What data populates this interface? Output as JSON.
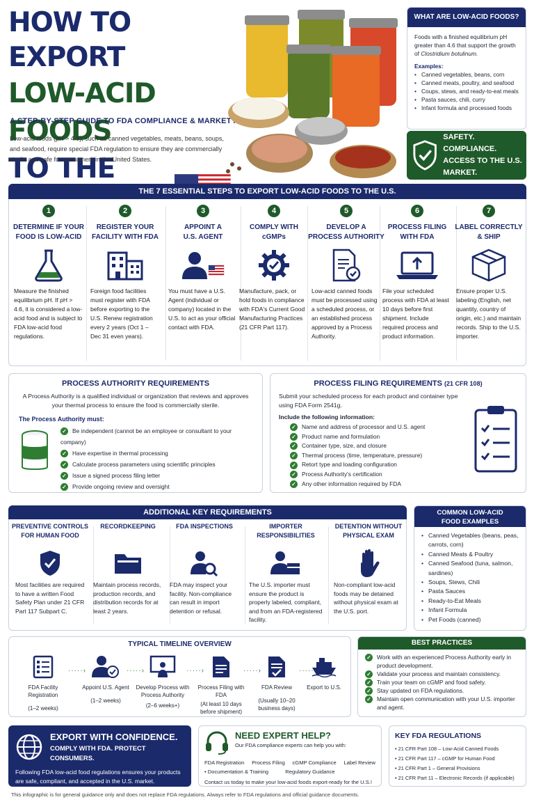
{
  "header": {
    "title_line1": "HOW TO EXPORT",
    "title_line2": "LOW-ACID FOODS",
    "title_line3": "TO THE U.S.",
    "subtitle": "A STEP-BY-STEP GUIDE TO FDA COMPLIANCE & MARKET ACCESS",
    "intro": "Low-acid foods (pH > 4.6), such as canned vegetables, meats, beans, soups, and seafood, require special FDA regulation to ensure they are commercially sterile and safe for consumers in the United States."
  },
  "what_are": {
    "title": "WHAT ARE LOW-ACID FOODS?",
    "definition_a": "Foods with a finished equilibrium pH greater than 4.6 that support the growth of ",
    "definition_b": "Clostridium botulinum.",
    "examples_label": "Examples:",
    "examples": [
      "Canned vegetables, beans, corn",
      "Canned meats, poultry, and seafood",
      "Coups, stews, and ready-to-eat meals",
      "Pasta sauces, chili, curry",
      "Infant formula and processed foods"
    ]
  },
  "badge": {
    "line1": "SAFETY. COMPLIANCE.",
    "line2": "ACCESS TO THE U.S.",
    "line3": "MARKET."
  },
  "steps_header": "THE 7 ESSENTIAL STEPS TO EXPORT LOW-ACID FOODS TO THE U.S.",
  "steps": [
    {
      "num": "1",
      "title_a": "Determine if your",
      "title_b": "food is low-acid",
      "icon": "flask-icon",
      "text": "Measure the finished equilibrium pH. If pH > 4.6, it is considered a low-acid food and is subject to FDA low-acid food regulations."
    },
    {
      "num": "2",
      "title_a": "Register your",
      "title_b": "facility with FDA",
      "icon": "building-icon",
      "text": "Foreign food facilities must register with FDA before exporting to the U.S. Renew registration every 2 years (Oct 1 – Dec 31 even years)."
    },
    {
      "num": "3",
      "title_a": "Appoint a",
      "title_b": "U.S. Agent",
      "icon": "person-flag-icon",
      "text": "You must have a U.S. Agent (individual or company) located in the U.S. to act as your official contact with FDA."
    },
    {
      "num": "4",
      "title_a": "Comply with",
      "title_b": "cGMPs",
      "icon": "gear-check-icon",
      "text": "Manufacture, pack, or hold foods in compliance with FDA's Current Good Manufacturing Practices (21 CFR Part 117)."
    },
    {
      "num": "5",
      "title_a": "Develop a",
      "title_b": "Process Authority",
      "icon": "document-check-icon",
      "text": "Low-acid canned foods must be processed using a scheduled process, or an established process approved by a Process Authority."
    },
    {
      "num": "6",
      "title_a": "Process filing",
      "title_b": "with FDA",
      "icon": "laptop-upload-icon",
      "text": "File your scheduled process with FDA at least 10 days before first shipment. Include required process and product information."
    },
    {
      "num": "7",
      "title_a": "Label correctly",
      "title_b": "& ship",
      "icon": "box-icon",
      "text": "Ensure proper U.S. labeling (English, net quantity, country of origin, etc.) and maintain records. Ship to the U.S. importer."
    }
  ],
  "process_authority": {
    "title": "PROCESS AUTHORITY REQUIREMENTS",
    "intro": "A Process Authority is a qualified individual or organization that reviews and approves your thermal process to ensure the food is commercially sterile.",
    "must_label": "The Process Authority must:",
    "items": [
      "Be independent (cannot be an employee or consultant to your company)",
      "Have expertise in thermal processing",
      "Calculate process parameters using scientific principles",
      "Issue a signed process filing letter",
      "Provide ongoing review and oversight"
    ]
  },
  "process_filing": {
    "title": "PROCESS FILING REQUIREMENTS",
    "title_ref": "(21 CFR 108)",
    "intro": "Submit your scheduled process for each product and container type using FDA Form 2541g.",
    "include_label": "Include the following information:",
    "items": [
      "Name and address of processor and U.S. agent",
      "Product name and formulation",
      "Container type, size, and closure",
      "Thermal process (time, temperature, pressure)",
      "Retort type and loading configuration",
      "Process Authority's certification",
      "Any other information required by FDA"
    ]
  },
  "additional": {
    "title": "ADDITIONAL KEY REQUIREMENTS",
    "items": [
      {
        "title": "Preventive controls for human food",
        "icon": "shield-check-icon",
        "text": "Most facilities are required to have a written Food Safety Plan under 21 CFR Part 117 Subpart C."
      },
      {
        "title": "Recordkeeping",
        "icon": "folder-icon",
        "text": "Maintain process records, production records, and distribution records for at least 2 years."
      },
      {
        "title": "FDA inspections",
        "icon": "inspector-icon",
        "text": "FDA may inspect your facility. Non-compliance can result in import detention or refusal."
      },
      {
        "title": "Importer responsibilities",
        "icon": "importer-icon",
        "text": "The U.S. importer must ensure the product is properly labeled, compliant, and from an FDA-registered facility."
      },
      {
        "title": "Detention without physical exam",
        "icon": "hand-stop-icon",
        "text": "Non-compliant low-acid foods may be detained without physical exam at the U.S. port."
      }
    ]
  },
  "common_examples": {
    "title_a": "COMMON LOW-ACID",
    "title_b": "FOOD EXAMPLES",
    "items": [
      "Canned Vegetables (beans, peas, carrots, corn)",
      "Canned Meats & Poultry",
      "Canned Seafood (tuna, salmon, sardines)",
      "Soups, Stews, Chili",
      "Pasta Sauces",
      "Ready-to-Eat Meals",
      "Infant Formula",
      "Pet Foods (canned)"
    ]
  },
  "timeline": {
    "title": "TYPICAL TIMELINE OVERVIEW",
    "items": [
      {
        "label": "FDA Facility Registration",
        "dur": "(1–2 weeks)",
        "icon": "checklist-icon"
      },
      {
        "label": "Appoint U.S. Agent",
        "dur": "(1–2 weeks)",
        "icon": "agent-icon"
      },
      {
        "label": "Develop Process with Process Authority",
        "dur": "(2–6 weeks+)",
        "icon": "presentation-icon"
      },
      {
        "label": "Process Filing with FDA",
        "dur": "(At least 10 days before shipment)",
        "icon": "file-icon"
      },
      {
        "label": "FDA Review",
        "dur": "(Usually 10–20 business days)",
        "icon": "review-icon"
      },
      {
        "label": "Export to U.S.",
        "dur": "",
        "icon": "ship-icon"
      }
    ]
  },
  "best_practices": {
    "title": "BEST PRACTICES",
    "items": [
      "Work with an experienced Process Authority early in product development.",
      "Validate your process and maintain consistency.",
      "Train your team on cGMP and food safety.",
      "Stay updated on FDA regulations.",
      "Maintain open communication with your U.S. importer and agent."
    ]
  },
  "confidence": {
    "line1": "EXPORT WITH CONFIDENCE.",
    "line2": "COMPLY WITH FDA. PROTECT CONSUMERS.",
    "text": "Following FDA low-acid food regulations ensures your products are safe, compliant, and accepted in the U.S. market."
  },
  "expert": {
    "title": "NEED EXPERT HELP?",
    "sub": "Our FDA compliance experts can help you with:",
    "row1": [
      "FDA Registration",
      "Process Filing",
      "cGMP Compliance",
      "Label Review"
    ],
    "row2": [
      "• Documentation & Training",
      "Regulatory Guidance"
    ],
    "contact": "Contact us today to make your low-acid foods export-ready for the U.S.!"
  },
  "regulations": {
    "title": "KEY FDA REGULATIONS",
    "items": [
      "• 21 CFR Part 108 – Low-Acid Canned Foods",
      "• 21 CFR Part 117 – cGMP for Human Food",
      "• 21 CFR Part 1 – General Provisions",
      "• 21 CFR Part 11 – Electronic Records (if applicable)"
    ]
  },
  "footer": "This infographic is for general guidance only and does not replace FDA regulations. Always refer to FDA regulations and official guidance documents.",
  "colors": {
    "navy": "#1b2a6b",
    "green": "#1f5a2a",
    "check_green": "#2e7d32"
  }
}
